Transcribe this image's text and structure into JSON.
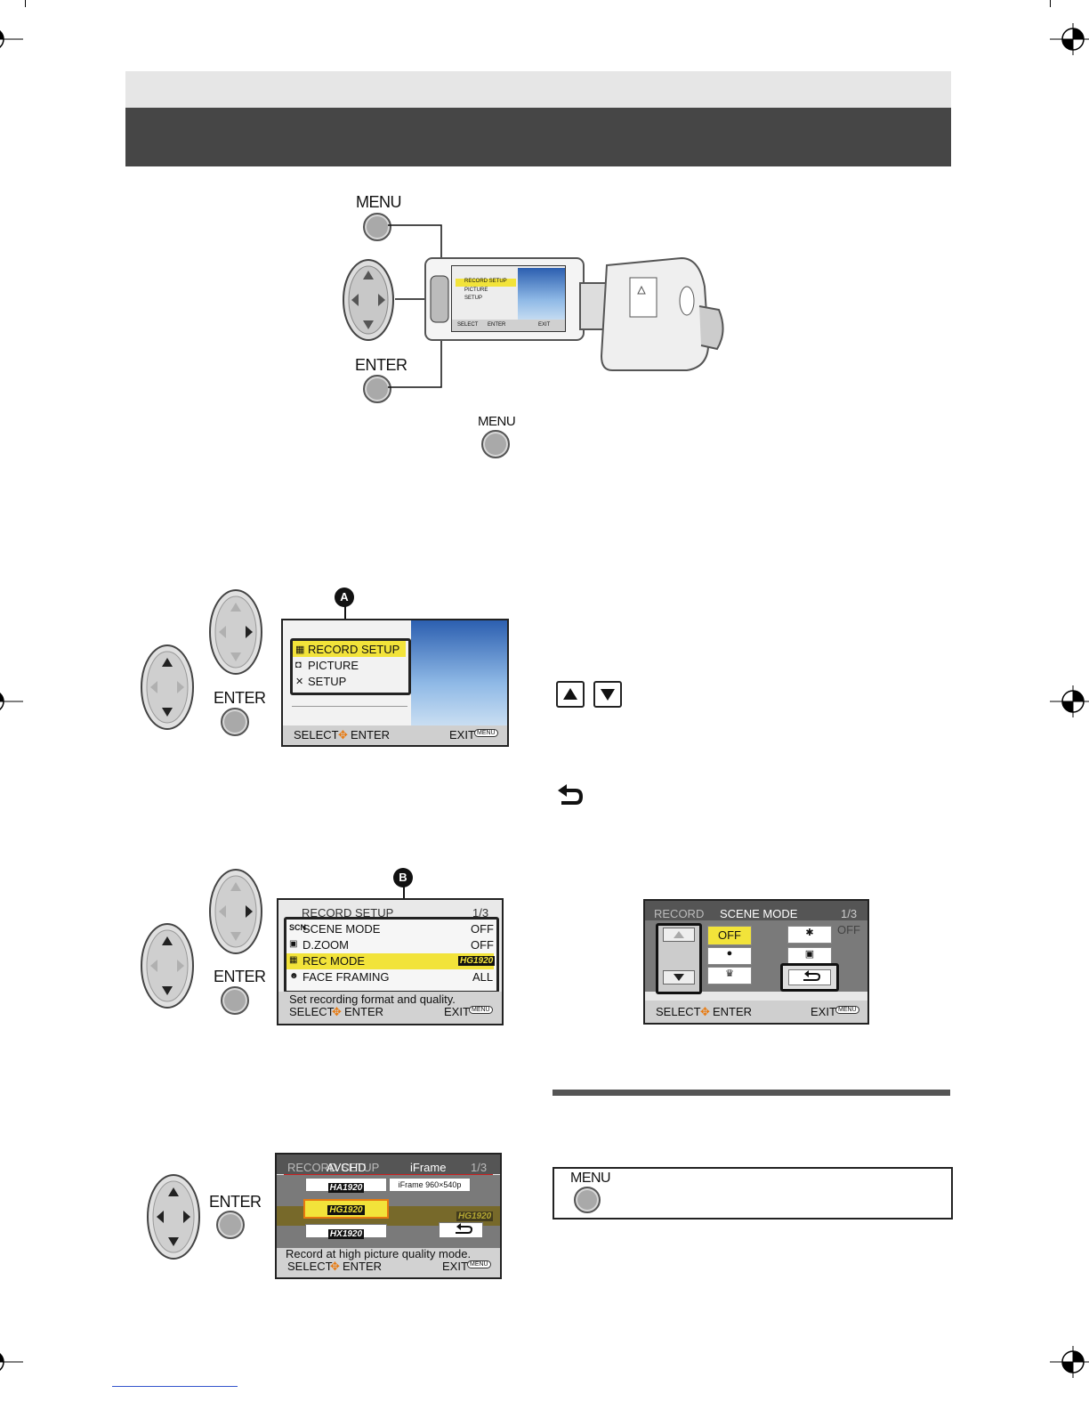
{
  "buttons": {
    "menu": "MENU",
    "enter": "ENTER"
  },
  "camera_screen": {
    "items": [
      "RECORD SETUP",
      "PICTURE",
      "SETUP"
    ],
    "footer_left": "SELECT",
    "footer_enter": "ENTER",
    "footer_exit": "EXIT"
  },
  "step_a": {
    "callout": "A",
    "items": [
      "RECORD SETUP",
      "PICTURE",
      "SETUP"
    ],
    "footer_select": "SELECT",
    "footer_enter": "ENTER",
    "footer_exit": "EXIT",
    "exit_pill": "MENU"
  },
  "step_b": {
    "callout": "B",
    "header": "RECORD SETUP",
    "page": "1/3",
    "rows": [
      {
        "label": "SCENE MODE",
        "value": "OFF"
      },
      {
        "label": "D.ZOOM",
        "value": "OFF"
      },
      {
        "label": "REC MODE",
        "value": "HG1920"
      },
      {
        "label": "FACE FRAMING",
        "value": "ALL"
      }
    ],
    "description": "Set recording format and quality.",
    "footer_select": "SELECT",
    "footer_enter": "ENTER",
    "footer_exit": "EXIT",
    "exit_pill": "MENU"
  },
  "step_c": {
    "header_bg": "RECORD SETUP",
    "tab_avchd": "AVCHD",
    "tab_iframe": "iFrame",
    "page": "1/3",
    "options": [
      "HA1920",
      "iFrame 960×540p",
      "HG1920",
      "HX1920"
    ],
    "bg_value": "HG1920",
    "description": "Record at high picture quality mode.",
    "footer_select": "SELECT",
    "footer_enter": "ENTER",
    "footer_exit": "EXIT",
    "exit_pill": "MENU"
  },
  "scene_mode_screen": {
    "header_bg": "RECORD",
    "title": "SCENE MODE",
    "page": "1/3",
    "off_label": "OFF",
    "bg_off": "OFF",
    "footer_select": "SELECT",
    "footer_enter": "ENTER",
    "footer_exit": "EXIT",
    "exit_pill": "MENU"
  },
  "colors": {
    "highlight": "#f2e33a",
    "header_dark": "#464646",
    "header_light": "#e6e6e6",
    "button_gray": "#a9a9a9",
    "link_blue": "#3355cc"
  }
}
